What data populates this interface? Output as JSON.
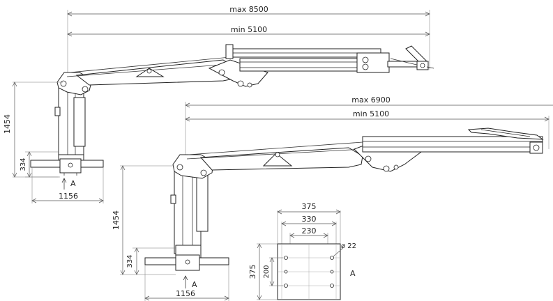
{
  "top_view": {
    "max_reach": "max 8500",
    "min_reach": "min 5100",
    "height": "1454",
    "base_height": "334",
    "base_width": "1156",
    "arrow_label": "A"
  },
  "bottom_view": {
    "max_reach": "max 6900",
    "min_reach": "min 5100",
    "height": "1454",
    "base_height": "334",
    "base_width": "1156",
    "arrow_label": "A"
  },
  "plate_detail": {
    "width_outer": "375",
    "width_mid": "330",
    "width_inner": "230",
    "hole_diameter": "ø 22",
    "height_outer": "375",
    "height_inner": "200",
    "view_label": "A"
  }
}
